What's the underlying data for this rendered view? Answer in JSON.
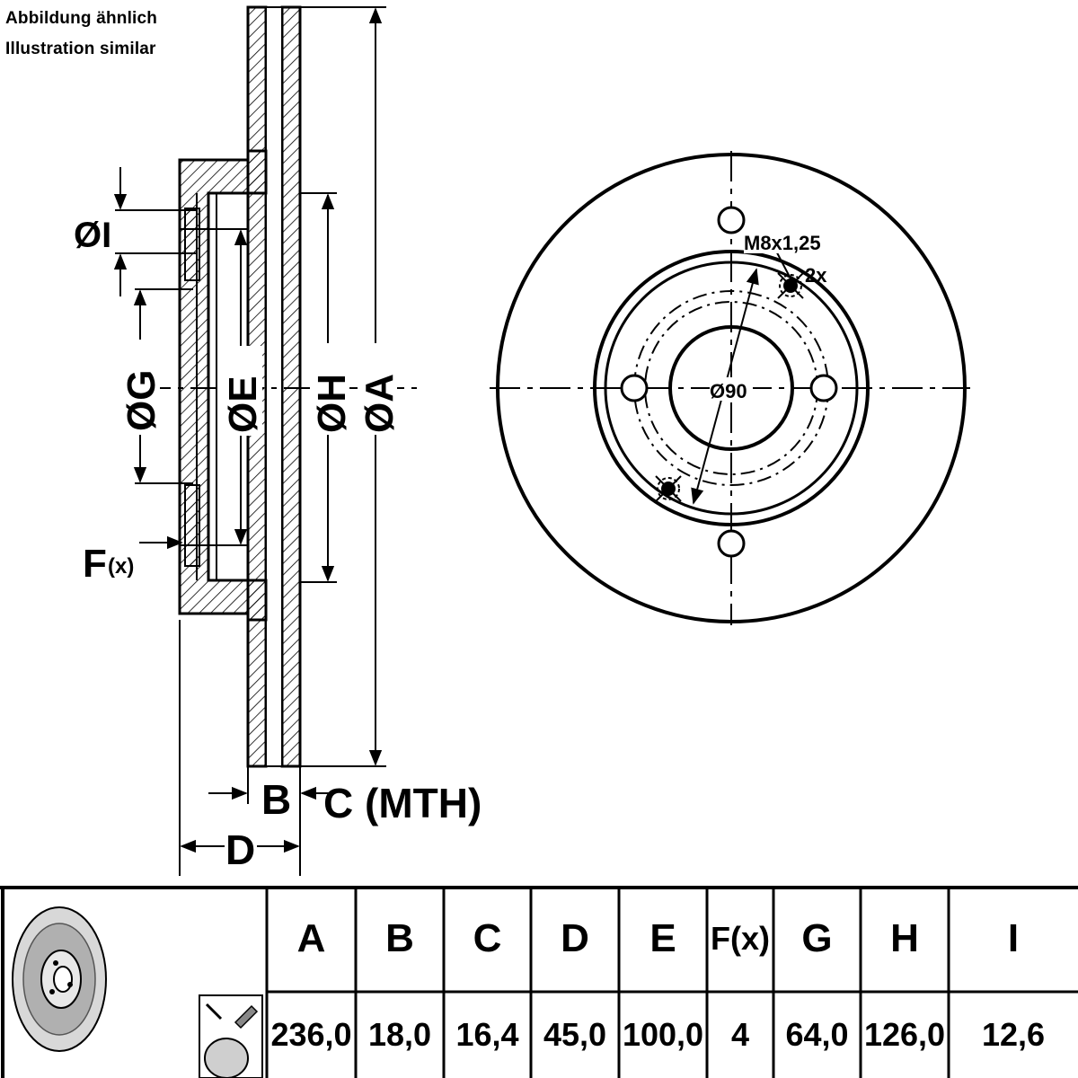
{
  "caption": {
    "line1": "Abbildung ähnlich",
    "line2": "Illustration similar"
  },
  "side_view_labels": {
    "dia_i": "ØI",
    "dia_g": "ØG",
    "dia_e": "ØE",
    "dia_h": "ØH",
    "dia_a": "ØA",
    "f_main": "F",
    "f_sub": "(x)",
    "b": "B",
    "c_mth": "C (MTH)",
    "d": "D"
  },
  "front_view_labels": {
    "thread": "M8x1,25",
    "count": "2x",
    "center_bore": "Ø90"
  },
  "table": {
    "headers": [
      "A",
      "B",
      "C",
      "D",
      "E",
      "F(x)",
      "G",
      "H",
      "I"
    ],
    "values": [
      "236,0",
      "18,0",
      "16,4",
      "45,0",
      "100,0",
      "4",
      "64,0",
      "126,0",
      "12,6"
    ]
  }
}
